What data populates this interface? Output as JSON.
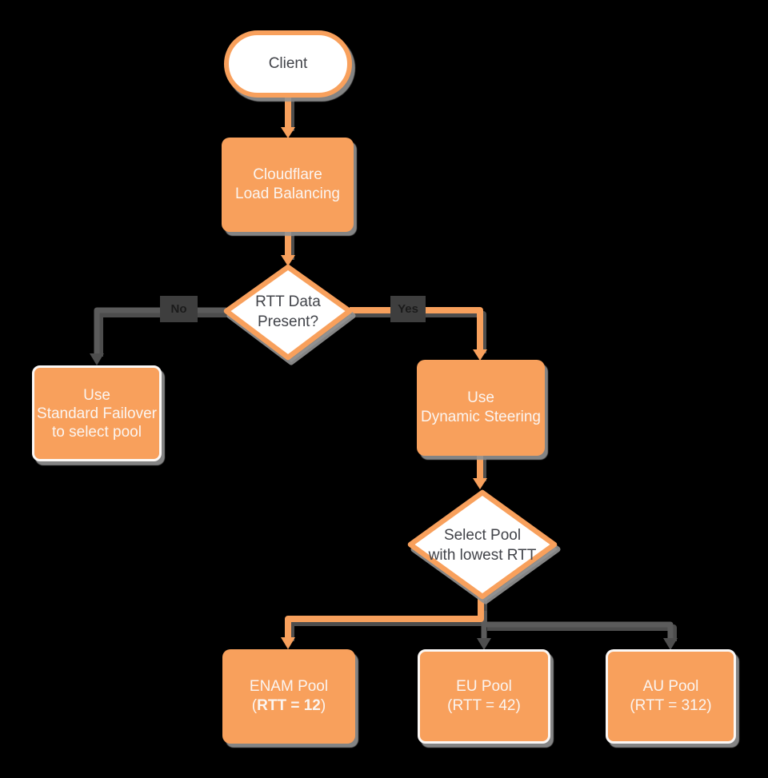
{
  "title": "Cloudflare Load Balancing dynamic steering flowchart",
  "palette": {
    "orange": "#F8A05C",
    "gray_line": "#5B5B5B",
    "shadow_gray": "#929292",
    "background": "#000000",
    "dark_text": "#414349",
    "light_text": "#FBF5F1",
    "edge_label_bg": "#3E3E3E"
  },
  "nodes": {
    "client": {
      "label": "Client"
    },
    "load_balancer": {
      "line1": "Cloudflare",
      "line2": "Load Balancing"
    },
    "rtt_decision": {
      "line1": "RTT Data",
      "line2": "Present?"
    },
    "standard_failover": {
      "line1": "Use",
      "line2": "Standard Failover",
      "line3": "to select pool"
    },
    "dynamic_steering": {
      "line1": "Use",
      "line2": "Dynamic Steering"
    },
    "pool_decision": {
      "line1": "Select Pool",
      "line2": "with lowest RTT"
    },
    "enam_pool": {
      "line1": "ENAM Pool",
      "line2_prefix": "(",
      "line2_bold": "RTT = 12",
      "line2_suffix": ")"
    },
    "eu_pool": {
      "line1": "EU Pool",
      "line2": "(RTT = 42)"
    },
    "au_pool": {
      "line1": "AU Pool",
      "line2": "(RTT = 312)"
    }
  },
  "edge_labels": {
    "no": "No",
    "yes": "Yes"
  },
  "edges": [
    {
      "from": "Client",
      "to": "Cloudflare Load Balancing",
      "style": "orange"
    },
    {
      "from": "Cloudflare Load Balancing",
      "to": "RTT Data Present?",
      "style": "orange"
    },
    {
      "from": "RTT Data Present?",
      "to": "Use Standard Failover to select pool",
      "label": "No",
      "style": "gray"
    },
    {
      "from": "RTT Data Present?",
      "to": "Use Dynamic Steering",
      "label": "Yes",
      "style": "orange"
    },
    {
      "from": "Use Dynamic Steering",
      "to": "Select Pool with lowest RTT",
      "style": "orange"
    },
    {
      "from": "Select Pool with lowest RTT",
      "to": "ENAM Pool (RTT = 12)",
      "style": "orange"
    },
    {
      "from": "Select Pool with lowest RTT",
      "to": "EU Pool (RTT = 42)",
      "style": "gray"
    },
    {
      "from": "Select Pool with lowest RTT",
      "to": "AU Pool (RTT = 312)",
      "style": "gray"
    }
  ]
}
